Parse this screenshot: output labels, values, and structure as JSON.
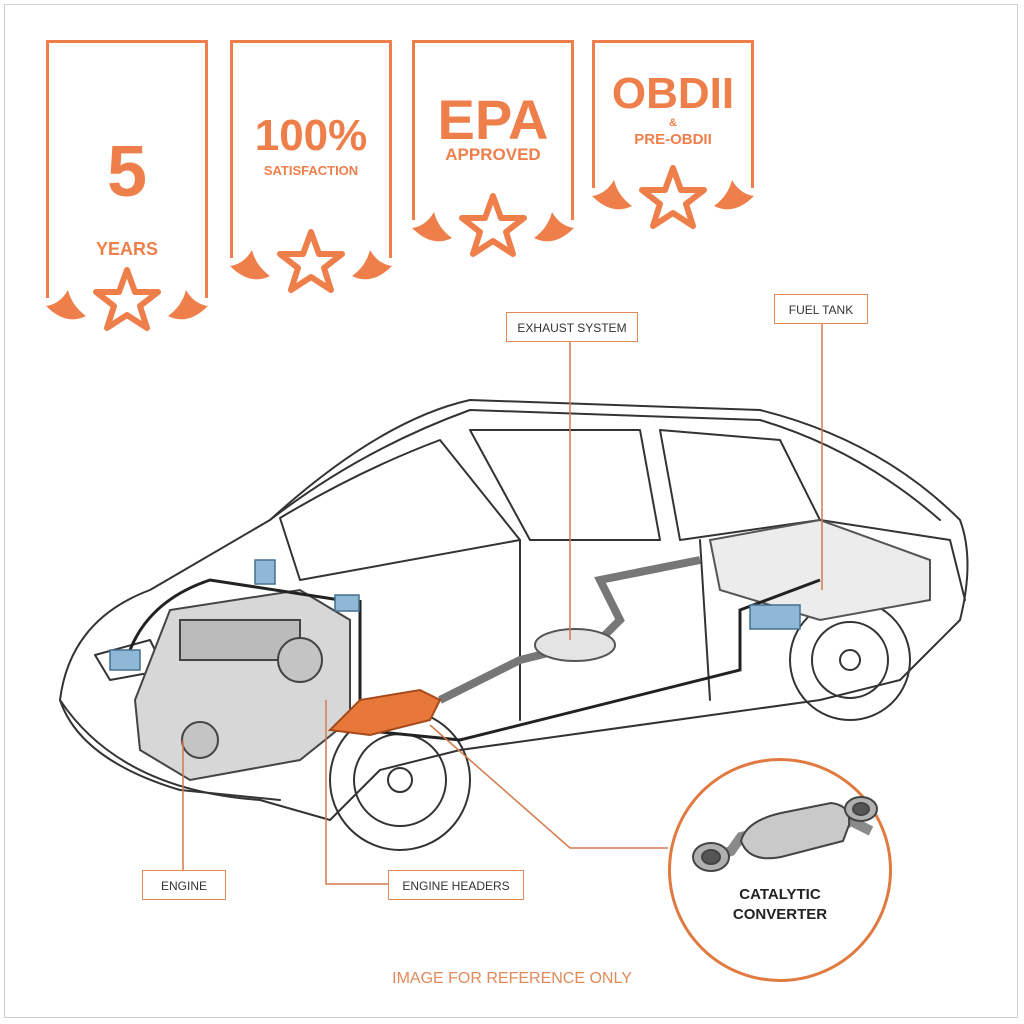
{
  "badges": [
    {
      "big": "5",
      "small": "YEARS"
    },
    {
      "big": "100%",
      "small": "SATISFACTION"
    },
    {
      "big": "EPA",
      "small": "APPROVED"
    },
    {
      "big": "OBDII",
      "amp": "&",
      "small": "PRE-OBDII"
    }
  ],
  "labels": {
    "exhaust": "EXHAUST SYSTEM",
    "fuel_tank": "FUEL TANK",
    "engine": "ENGINE",
    "engine_headers": "ENGINE HEADERS",
    "catalytic_line1": "CATALYTIC",
    "catalytic_line2": "CONVERTER"
  },
  "footer": "IMAGE FOR REFERENCE ONLY",
  "colors": {
    "accent": "#ef7f4a",
    "part_highlight": "#e8783a",
    "sensor_blue": "#8fb8d6"
  }
}
